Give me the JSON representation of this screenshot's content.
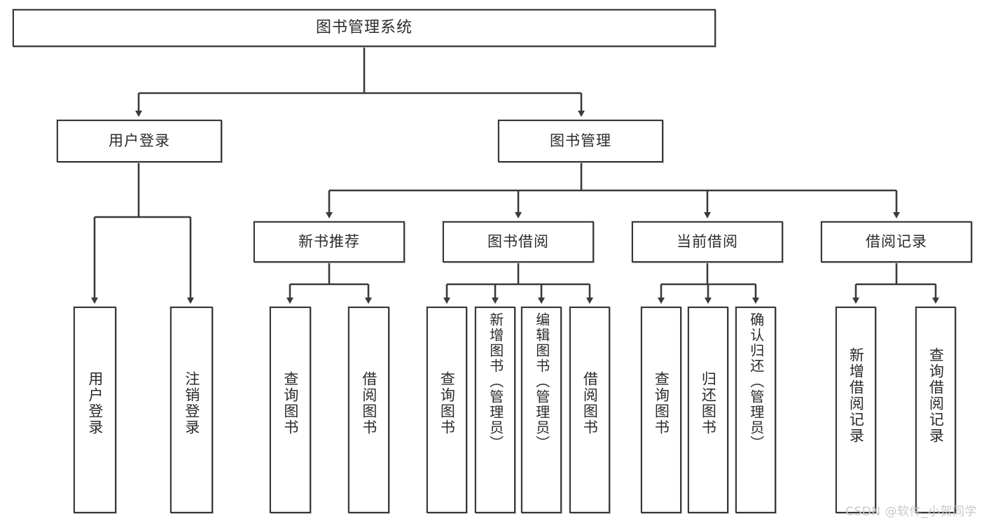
{
  "diagram": {
    "title": "图书管理系统",
    "type": "tree",
    "root": {
      "label": "图书管理系统"
    },
    "level2": [
      {
        "label": "用户登录"
      },
      {
        "label": "图书管理"
      }
    ],
    "level3": [
      {
        "label": "新书推荐"
      },
      {
        "label": "图书借阅"
      },
      {
        "label": "当前借阅"
      },
      {
        "label": "借阅记录"
      }
    ],
    "leaves": {
      "user_login": [
        {
          "label": "用户登录"
        },
        {
          "label": "注销登录"
        }
      ],
      "new_book_recommend": [
        {
          "label": "查询图书"
        },
        {
          "label": "借阅图书"
        }
      ],
      "book_borrow": [
        {
          "label": "查询图书"
        },
        {
          "label": "新增图书（管理员）"
        },
        {
          "label": "编辑图书（管理员）"
        },
        {
          "label": "借阅图书"
        }
      ],
      "current_borrow": [
        {
          "label": "查询图书"
        },
        {
          "label": "归还图书"
        },
        {
          "label": "确认归还（管理员）"
        }
      ],
      "borrow_record": [
        {
          "label": "新增借阅记录"
        },
        {
          "label": "查询借阅记录"
        }
      ]
    }
  },
  "watermark": {
    "text": "CSDN @软件_小贺同学"
  },
  "colors": {
    "box_border": "#3a3a3a",
    "box_fill": "#ffffff",
    "line": "#3a3a3a",
    "text": "#2b2b2b",
    "watermark": "#c9c9c9"
  }
}
